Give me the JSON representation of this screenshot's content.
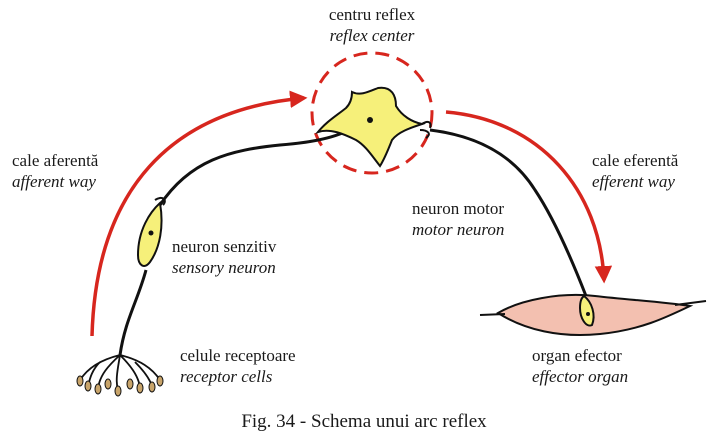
{
  "labels": {
    "reflex_center": {
      "ro": "centru reflex",
      "en": "reflex center"
    },
    "afferent_way": {
      "ro": "cale aferentă",
      "en": "afferent way"
    },
    "efferent_way": {
      "ro": "cale eferentă",
      "en": "efferent way"
    },
    "sensory_neuron": {
      "ro": "neuron senzitiv",
      "en": "sensory neuron"
    },
    "motor_neuron": {
      "ro": "neuron motor",
      "en": "motor neuron"
    },
    "receptor_cells": {
      "ro": "celule receptoare",
      "en": "receptor cells"
    },
    "effector_organ": {
      "ro": "organ efector",
      "en": "effector organ"
    }
  },
  "caption": "Fig. 34 - Schema unui arc reflex",
  "colors": {
    "arrow": "#d7261e",
    "cell_fill": "#f6f07a",
    "muscle_fill": "#f3c0b0",
    "line": "#111111",
    "receptor_fill": "#c8a46a"
  }
}
